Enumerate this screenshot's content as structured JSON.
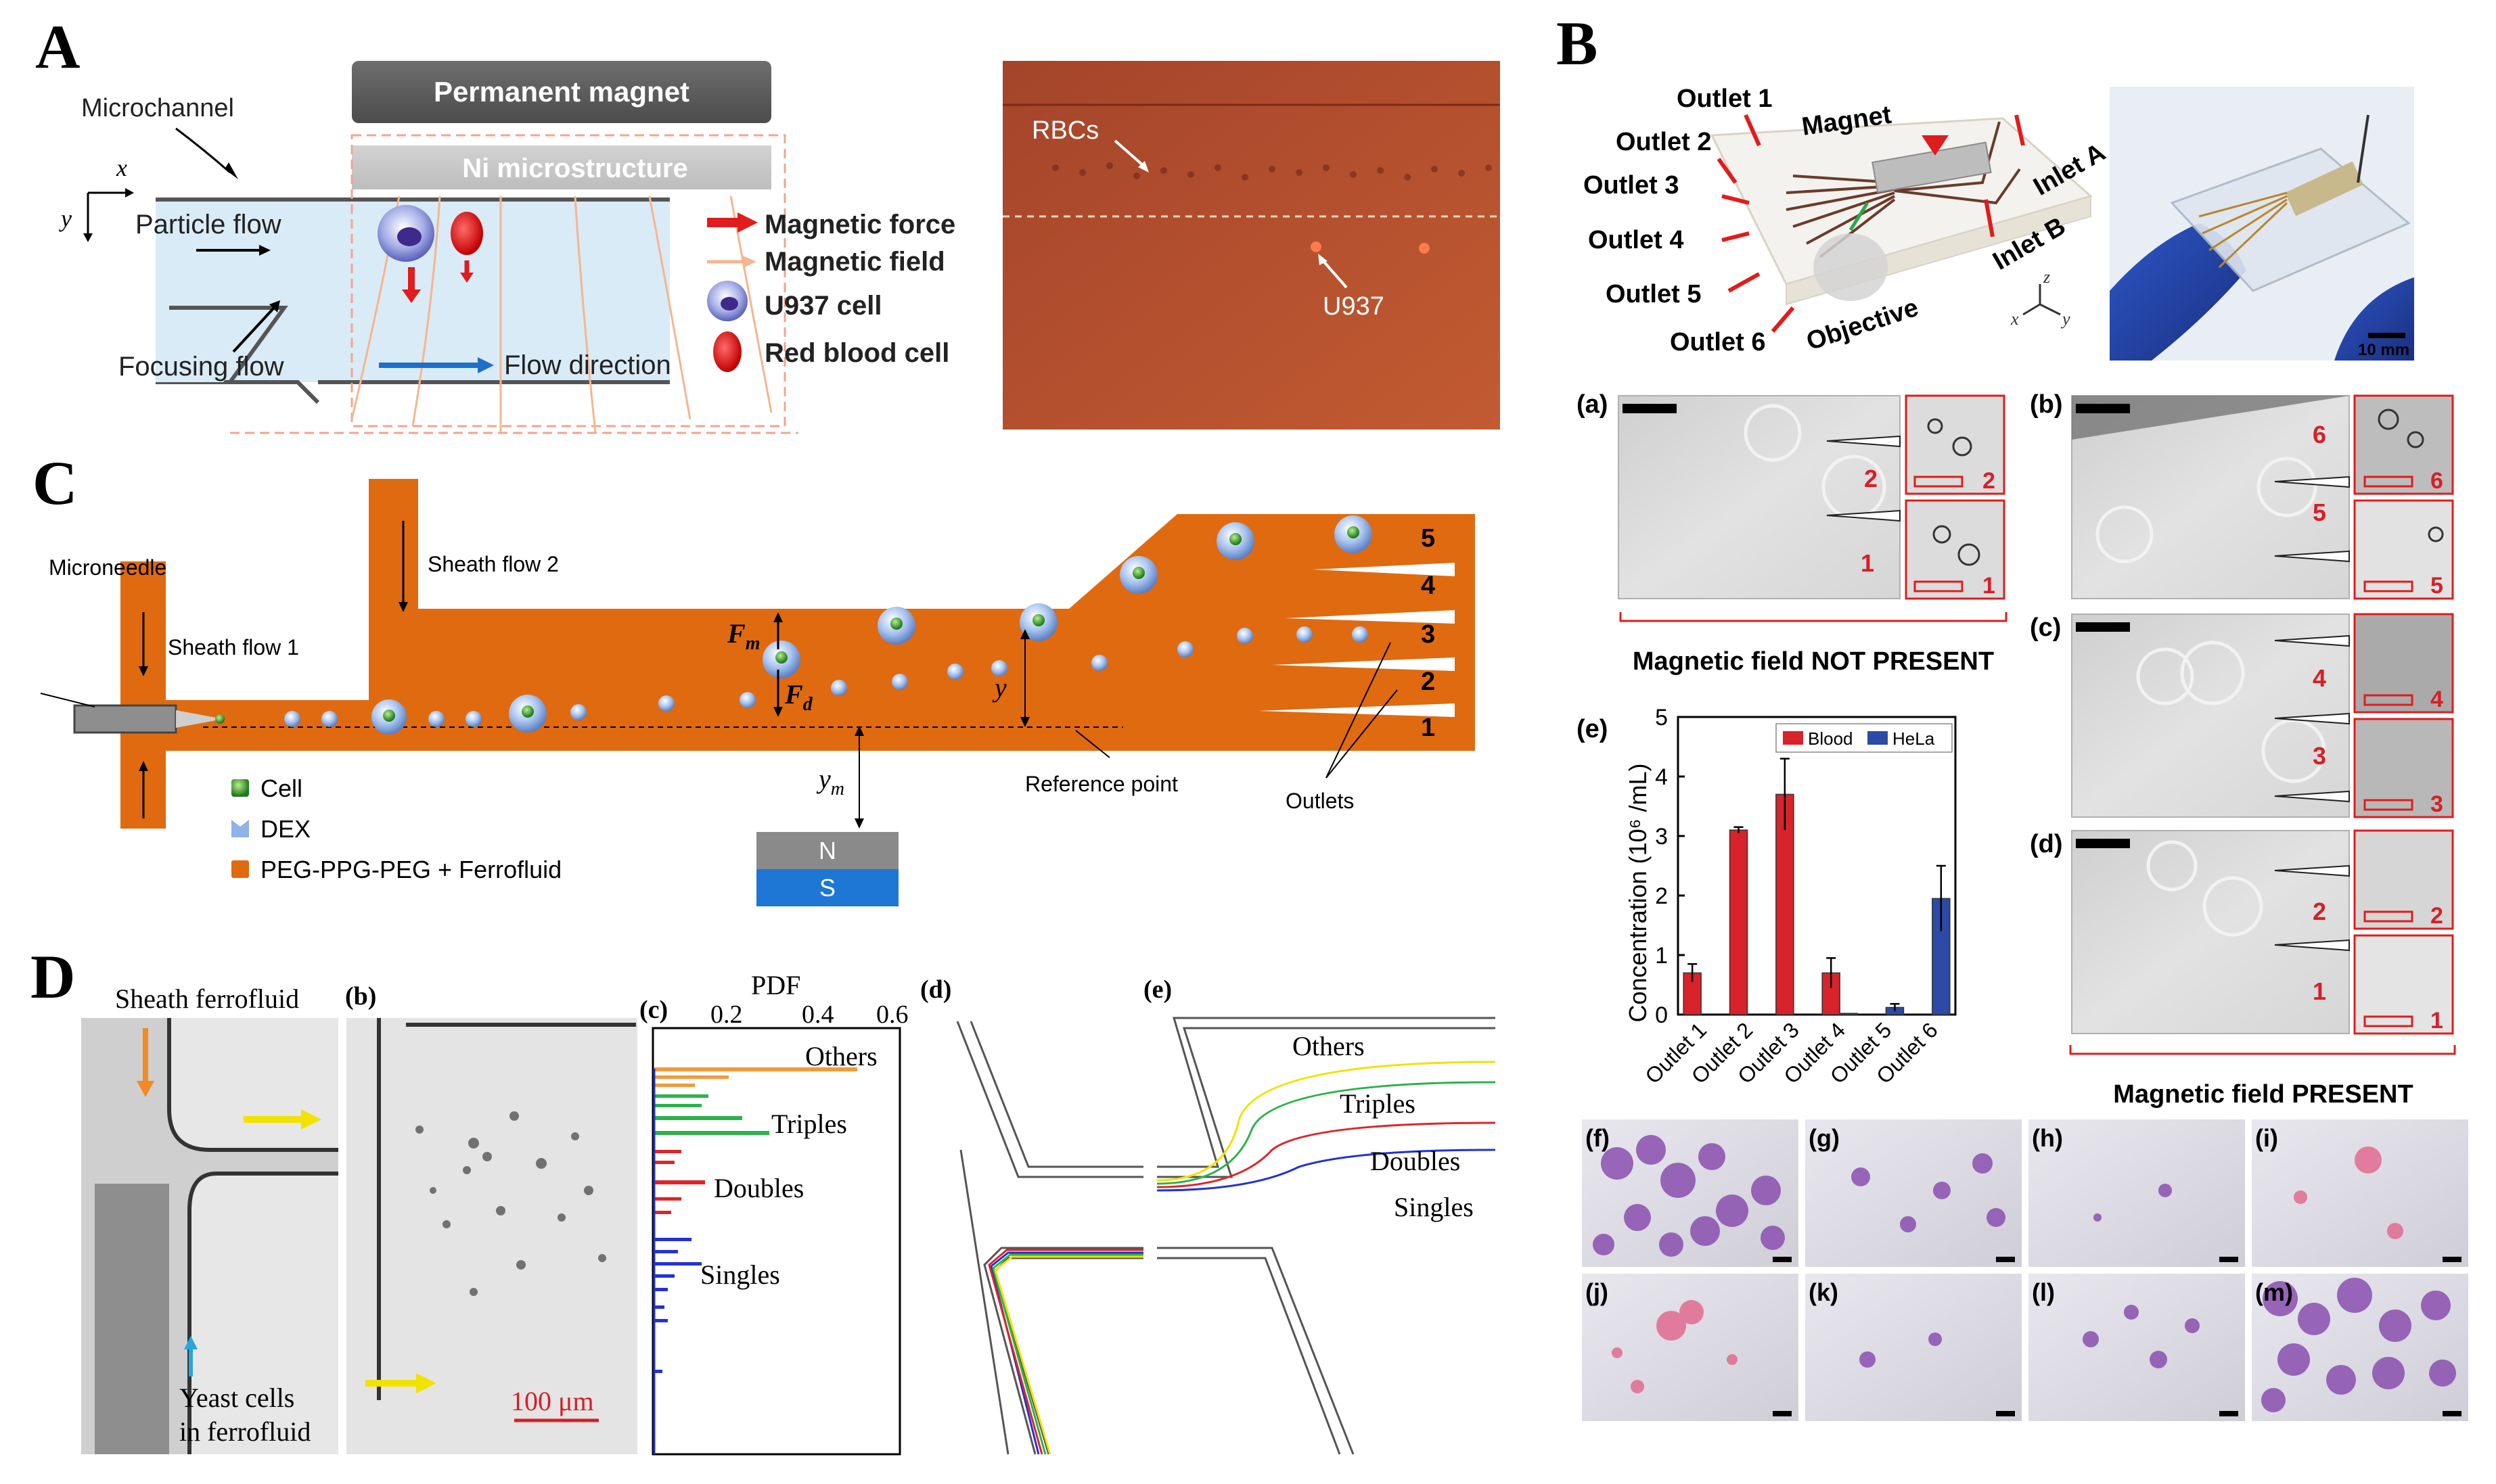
{
  "panels": {
    "A": {
      "letter": "A",
      "magnet": "Permanent magnet",
      "ni": "Ni microstructure",
      "microchannel": "Microchannel",
      "axis_x": "x",
      "axis_y": "y",
      "particle_flow": "Particle flow",
      "focusing_flow": "Focusing flow",
      "flow_direction": "Flow direction",
      "legend": [
        "Magnetic force",
        "Magnetic field",
        "U937 cell",
        "Red blood cell"
      ],
      "photo_rbcs": "RBCs",
      "photo_u937": "U937"
    },
    "B": {
      "letter": "B",
      "outlets": [
        "Outlet 1",
        "Outlet 2",
        "Outlet 3",
        "Outlet 4",
        "Outlet 5",
        "Outlet 6"
      ],
      "magnet": "Magnet",
      "inlet_a": "Inlet A",
      "inlet_b": "Inlet B",
      "objective": "Objective",
      "axes": {
        "x": "x",
        "y": "y",
        "z": "z"
      },
      "scale": "10 mm",
      "sub_a": "(a)",
      "sub_b": "(b)",
      "sub_c": "(c)",
      "sub_d": "(d)",
      "sub_e": "(e)",
      "no_field": "Magnetic field NOT PRESENT",
      "field": "Magnetic field PRESENT",
      "micro_labels": {
        "a": [
          "2",
          "1"
        ],
        "a_ins": [
          "2",
          "1"
        ],
        "b": [
          "6",
          "5"
        ],
        "b_ins": [
          "6",
          "5"
        ],
        "c": [
          "4",
          "3"
        ],
        "c_ins": [
          "4",
          "3"
        ],
        "d": [
          "2",
          "1"
        ],
        "d_ins": [
          "2",
          "1"
        ]
      },
      "stains": [
        "(f)",
        "(g)",
        "(h)",
        "(i)",
        "(j)",
        "(k)",
        "(l)",
        "(m)"
      ]
    },
    "C": {
      "letter": "C",
      "microneedle": "Microneedle",
      "sheath1": "Sheath flow 1",
      "sheath2": "Sheath flow 2",
      "fm": "F",
      "fm_sub": "m",
      "fd": "F",
      "fd_sub": "d",
      "y": "y",
      "ym": "y",
      "ym_sub": "m",
      "reference": "Reference point",
      "outlets": "Outlets",
      "outlet_numbers": [
        "5",
        "4",
        "3",
        "2",
        "1"
      ],
      "legend": [
        "Cell",
        "DEX",
        "PEG-PPG-PEG + Ferrofluid"
      ],
      "magnet_n": "N",
      "magnet_s": "S"
    },
    "D": {
      "letter": "D",
      "sheath_ferrofluid": "Sheath ferrofluid",
      "yeast_line1": "Yeast cells",
      "yeast_line2": "in ferrofluid",
      "sub_b": "(b)",
      "scale": "100 μm",
      "sub_c": "(c)",
      "pdf": "PDF",
      "pdf_ticks": [
        "0.2",
        "0.4",
        "0.6"
      ],
      "groups": [
        "Others",
        "Triples",
        "Doubles",
        "Singles"
      ],
      "sub_d": "(d)",
      "sub_e": "(e)",
      "colors": {
        "others": "#f39a3c",
        "triples": "#2bb34a",
        "doubles": "#e0242a",
        "singles": "#2331d6",
        "yellow": "#f2e200"
      }
    }
  },
  "chart_data": {
    "type": "bar",
    "label": "(e)",
    "categories": [
      "Outlet 1",
      "Outlet 2",
      "Outlet 3",
      "Outlet 4",
      "Outlet 5",
      "Outlet 6"
    ],
    "series": [
      {
        "name": "Blood",
        "color": "#d8232a",
        "values": [
          0.7,
          3.1,
          3.7,
          0.7,
          0.0,
          0.0
        ],
        "errors": [
          0.15,
          0.05,
          0.6,
          0.25,
          0,
          0
        ]
      },
      {
        "name": "HeLa",
        "color": "#2c4aa6",
        "values": [
          0.0,
          0.0,
          0.0,
          0.02,
          0.12,
          1.95
        ],
        "errors": [
          0,
          0,
          0,
          0,
          0.06,
          0.55
        ]
      }
    ],
    "ylabel": "Concentration (10⁶ /mL)",
    "ylim": [
      0,
      5
    ],
    "yticks": [
      0,
      1,
      2,
      3,
      4,
      5
    ],
    "legend": "top-right"
  }
}
